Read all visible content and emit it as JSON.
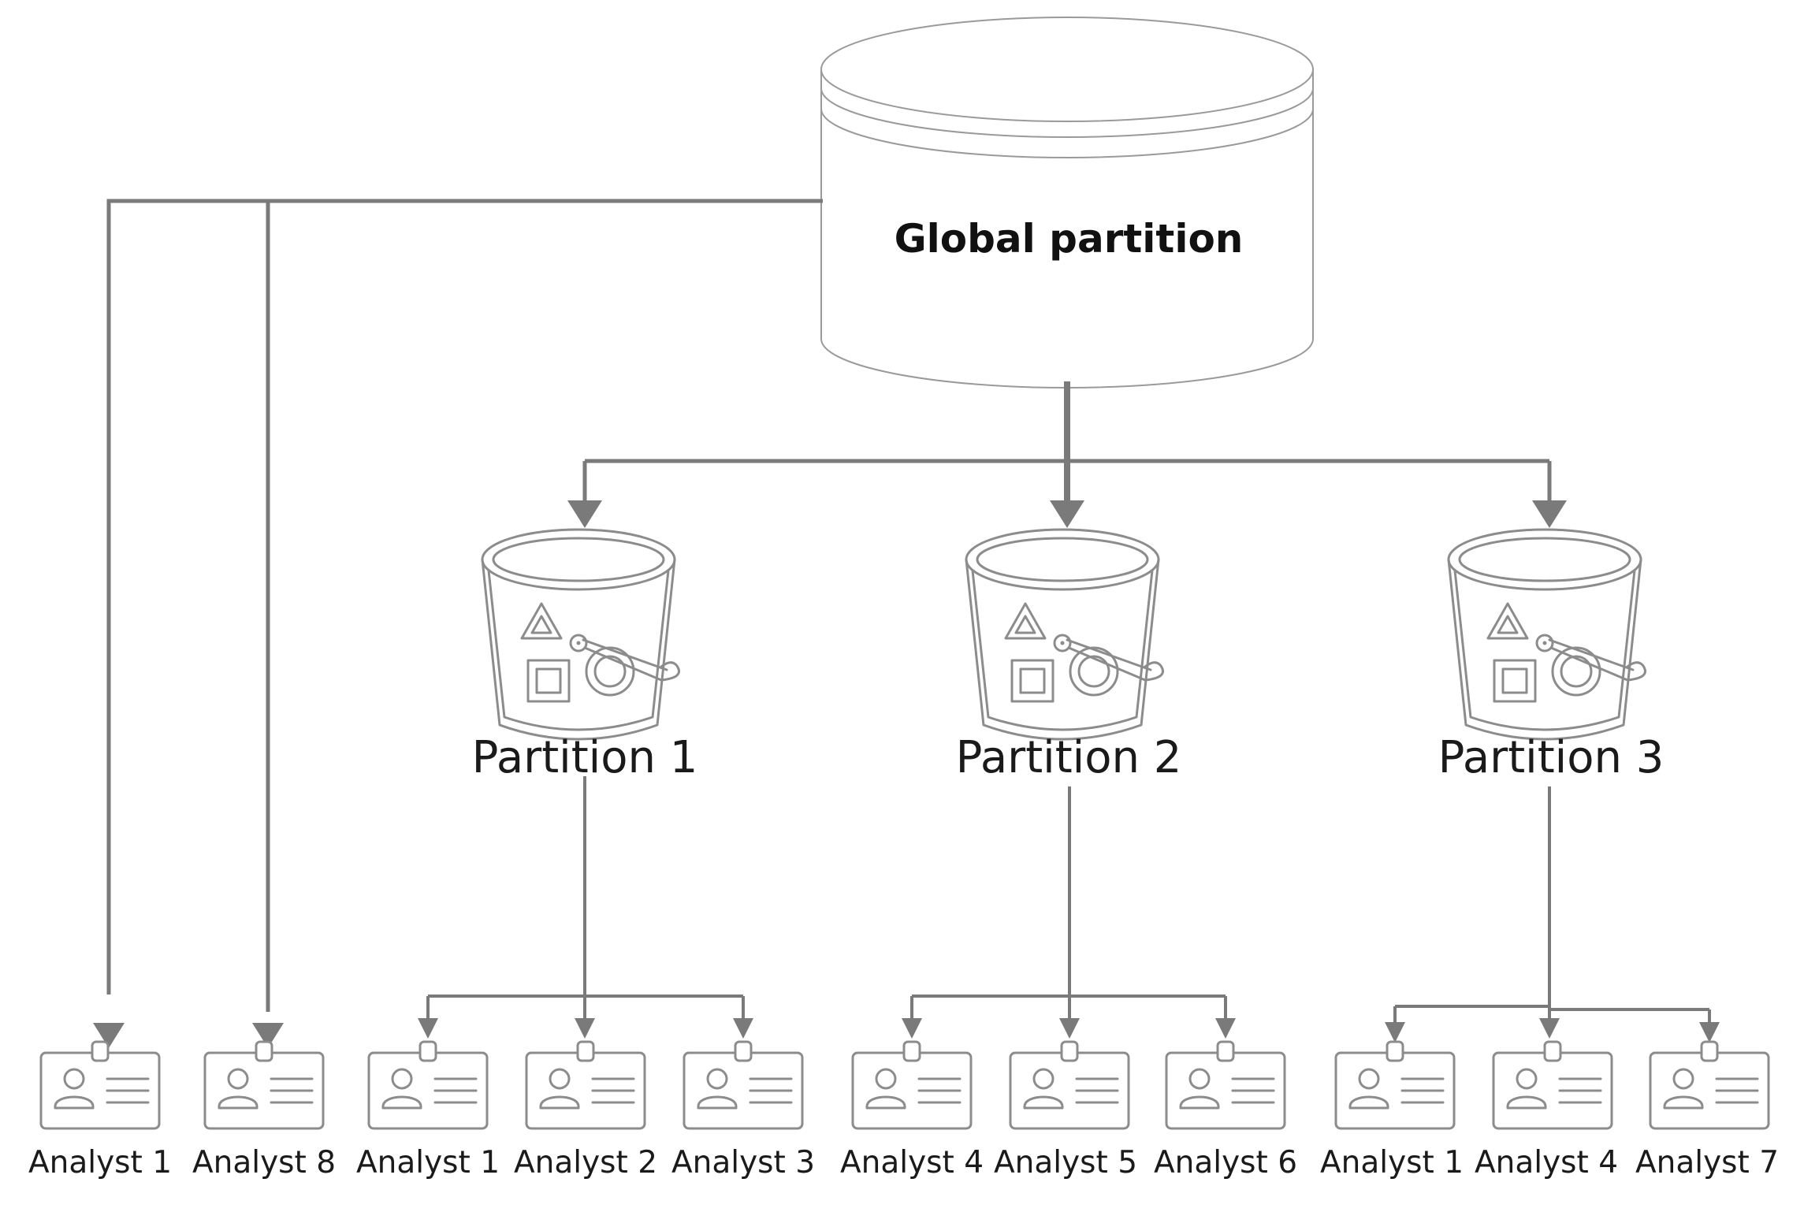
{
  "database": {
    "title": "Global partition",
    "icon": "database-cylinder-icon"
  },
  "partitions": [
    {
      "label": "Partition 1",
      "icon": "storage-bucket-icon"
    },
    {
      "label": "Partition 2",
      "icon": "storage-bucket-icon"
    },
    {
      "label": "Partition 3",
      "icon": "storage-bucket-icon"
    }
  ],
  "global_analysts": [
    {
      "label": "Analyst 1",
      "icon": "id-badge-icon"
    },
    {
      "label": "Analyst 8",
      "icon": "id-badge-icon"
    }
  ],
  "partition_analysts": [
    [
      {
        "label": "Analyst 1",
        "icon": "id-badge-icon"
      },
      {
        "label": "Analyst 2",
        "icon": "id-badge-icon"
      },
      {
        "label": "Analyst 3",
        "icon": "id-badge-icon"
      }
    ],
    [
      {
        "label": "Analyst 4",
        "icon": "id-badge-icon"
      },
      {
        "label": "Analyst 5",
        "icon": "id-badge-icon"
      },
      {
        "label": "Analyst 6",
        "icon": "id-badge-icon"
      }
    ],
    [
      {
        "label": "Analyst 1",
        "icon": "id-badge-icon"
      },
      {
        "label": "Analyst 4",
        "icon": "id-badge-icon"
      },
      {
        "label": "Analyst 7",
        "icon": "id-badge-icon"
      }
    ]
  ]
}
